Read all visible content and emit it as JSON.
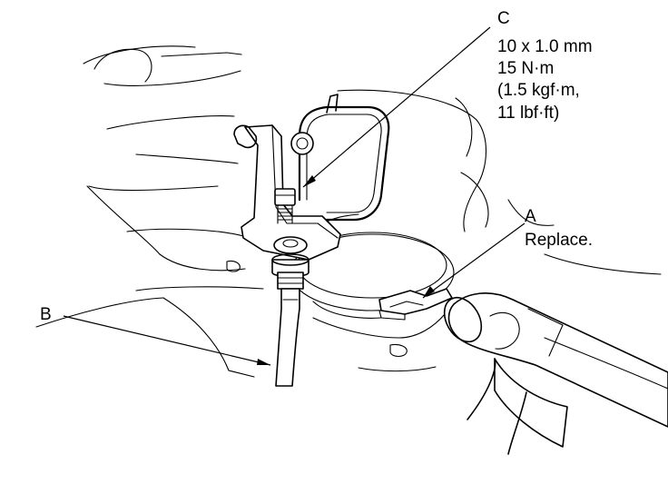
{
  "callouts": {
    "c": {
      "letter": "C",
      "lines": [
        "10 x 1.0 mm",
        "15 N·m",
        "(1.5 kgf·m,",
        "11 lbf·ft)"
      ]
    },
    "a": {
      "letter": "A",
      "note": "Replace."
    },
    "b": {
      "letter": "B"
    }
  },
  "colors": {
    "ink": "#000000",
    "paper": "#ffffff"
  }
}
